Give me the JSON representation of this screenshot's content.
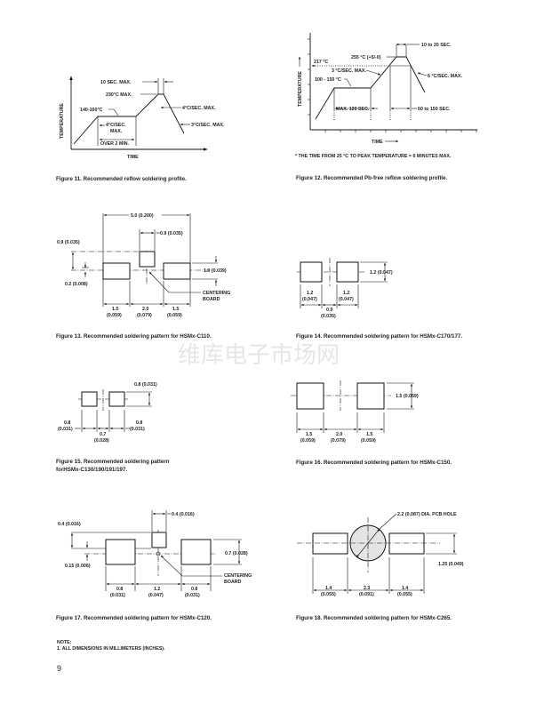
{
  "watermark": "维库电子市场网",
  "fig11": {
    "caption": "Figure 11. Recommended reflow soldering profile.",
    "ylabel": "TEMPERATURE",
    "xlabel": "TIME",
    "labels": [
      "10 SEC. MAX.",
      "230°C MAX.",
      "140-160°C",
      "4°C/SEC. MAX.",
      "3°C/SEC. MAX.",
      "4°C/SEC.",
      "MAX.",
      "OVER 2 MIN."
    ]
  },
  "fig12": {
    "caption": "Figure 12. Recommended Pb-free reflow soldering profile.",
    "ylabel": "TEMPERATURE",
    "xlabel": "TIME",
    "labels": [
      "10 to 20 SEC.",
      "255 °C (+5/-0)",
      "217 °C",
      "3 °C/SEC. MAX.",
      "6 °C/SEC. MAX.",
      "100 - 150 °C",
      "MAX. 120 SEC.",
      "60 to 150 SEC."
    ],
    "footnote": "* THE TIME FROM 25 °C TO PEAK TEMPERATURE = 6 MINUTES MAX."
  },
  "fig13": {
    "caption": "Figure 13. Recommended soldering pattern for HSMx-C110.",
    "dims": [
      "5.0 (0.200)",
      "0.9 (0.035)",
      "0.9 (0.035)",
      "0.2 (0.008)",
      "1.0 (0.039)",
      "CENTERING",
      "BOARD",
      "1.5",
      "(0.059)",
      "2.0",
      "(0.079)",
      "1.5",
      "(0.059)"
    ]
  },
  "fig14": {
    "caption": "Figure 14. Recommended soldering pattern for HSMx-C170/177.",
    "dims": [
      "1.2 (0.047)",
      "1.2",
      "(0.047)",
      "1.2",
      "(0.047)",
      "0.9",
      "(0.035)"
    ]
  },
  "fig15": {
    "caption_line1": "Figure 15. Recommended soldering pattern",
    "caption_line2": "forHSMx-C130/190/191/197.",
    "dims": [
      "0.8 (0.031)",
      "0.8",
      "(0.031)",
      "0.7",
      "(0.028)",
      "0.8",
      "(0.031)"
    ]
  },
  "fig16": {
    "caption": "Figure 16. Recommended soldering pattern for HSMx-C150.",
    "dims": [
      "1.5 (0.059)",
      "1.5",
      "(0.059)",
      "2.0",
      "(0.079)",
      "1.5",
      "(0.059)"
    ]
  },
  "fig17": {
    "caption": "Figure 17. Recommended soldering pattern for HSMx-C120.",
    "dims": [
      "0.4 (0.016)",
      "0.4 (0.016)",
      "0.15 (0.006)",
      "0.7 (0.028)",
      "CENTERING",
      "BOARD",
      "0.8",
      "(0.031)",
      "1.2",
      "(0.047)",
      "0.8",
      "(0.031)"
    ]
  },
  "fig18": {
    "caption": "Figure 18. Recommended soldering pattern for HSMx-C265.",
    "dims": [
      "2.2 (0.087) DIA. PCB HOLE",
      "1.25 (0.049)",
      "1.4",
      "(0.055)",
      "2.3",
      "(0.091)",
      "1.4",
      "(0.055)"
    ]
  },
  "note": {
    "title": "NOTE:",
    "item": "1.  ALL DIMENSIONS IN MILLIMETERS (INCHES)."
  },
  "page_number": "9"
}
